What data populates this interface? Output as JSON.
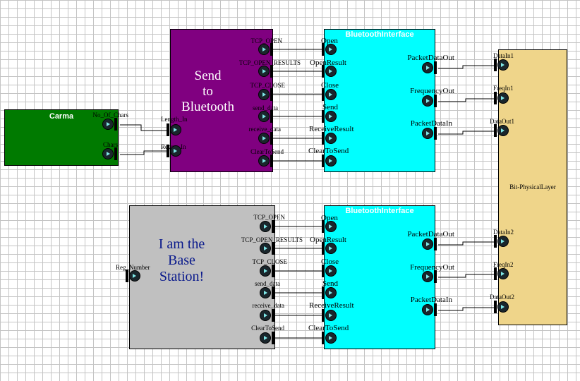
{
  "carma": {
    "title": "Carma",
    "ports": [
      "No_Of_Chars",
      "Chars"
    ]
  },
  "send_block": {
    "text": [
      "Send",
      "to",
      "Bluetooth"
    ],
    "in_ports": [
      "Length_In",
      "Regno_In"
    ],
    "out_ports": [
      "TCP_OPEN",
      "TCP_OPEN_RESULTS",
      "TCP_CLOSE",
      "send_data",
      "receive_data",
      "ClearToSend"
    ]
  },
  "bt_top": {
    "title": "BluetoothInterface",
    "left_ports": [
      "Open",
      "OpenResult",
      "Close",
      "Send",
      "ReceiveResult",
      "ClearToSend"
    ],
    "right_ports": [
      "PacketDataOut",
      "FrequencyOut",
      "PacketDataIn"
    ]
  },
  "base_block": {
    "text": [
      "I am the",
      "Base",
      "Station!"
    ],
    "in_port": "Reg_Number",
    "out_ports": [
      "TCP_OPEN",
      "TCP_OPEN_RESULTS",
      "TCP_CLOSE",
      "send_data",
      "receive_data",
      "ClearToSend"
    ]
  },
  "bt_bottom": {
    "title": "BluetoothInterface",
    "left_ports": [
      "Open",
      "OpenResult",
      "Close",
      "Send",
      "ReceiveResult",
      "ClearToSend"
    ],
    "right_ports": [
      "PacketDataOut",
      "FrequencyOut",
      "PacketDataIn"
    ]
  },
  "physical": {
    "title": "Bit-PhysicalLayer",
    "ports_top": [
      "DataIn1",
      "FreqIn1",
      "DataOut1"
    ],
    "ports_bottom": [
      "DataIn2",
      "FreqIn2",
      "DataOut2"
    ]
  },
  "colors": {
    "carma": "#007a00",
    "send": "#800080",
    "bt": "#00ffff",
    "base": "#c0c0c0",
    "physical": "#efd58a",
    "base_text": "#0a1a8c"
  }
}
